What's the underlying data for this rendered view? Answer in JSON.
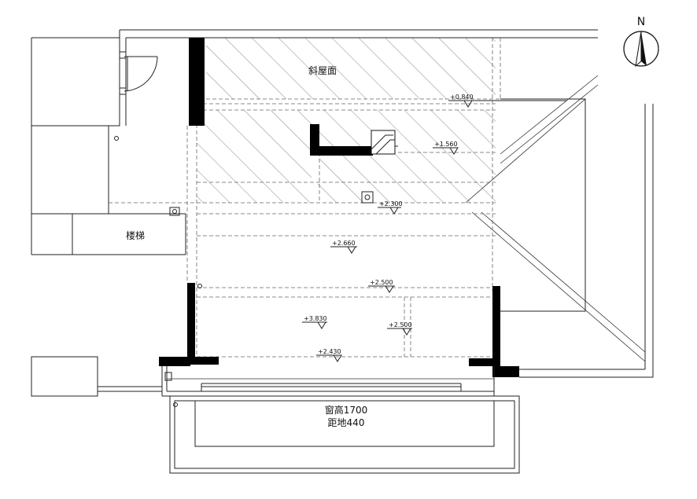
{
  "labels": {
    "north": "N",
    "slope_roof": "斜屋面",
    "stairs": "楼梯",
    "window_height": "窗高1700",
    "sill_height": "距地440"
  },
  "levels": [
    {
      "id": "level-0840",
      "text": "+0.840"
    },
    {
      "id": "level-1560",
      "text": "+1.560"
    },
    {
      "id": "level-2300",
      "text": "+2.300"
    },
    {
      "id": "level-2660",
      "text": "+2.660"
    },
    {
      "id": "level-2500-a",
      "text": "+2.500"
    },
    {
      "id": "level-3830",
      "text": "+3.830"
    },
    {
      "id": "level-2500-b",
      "text": "+2.500"
    },
    {
      "id": "level-2430",
      "text": "+2.430"
    }
  ],
  "colors": {
    "line": "#222222",
    "wall": "#000000",
    "background": "#ffffff"
  }
}
